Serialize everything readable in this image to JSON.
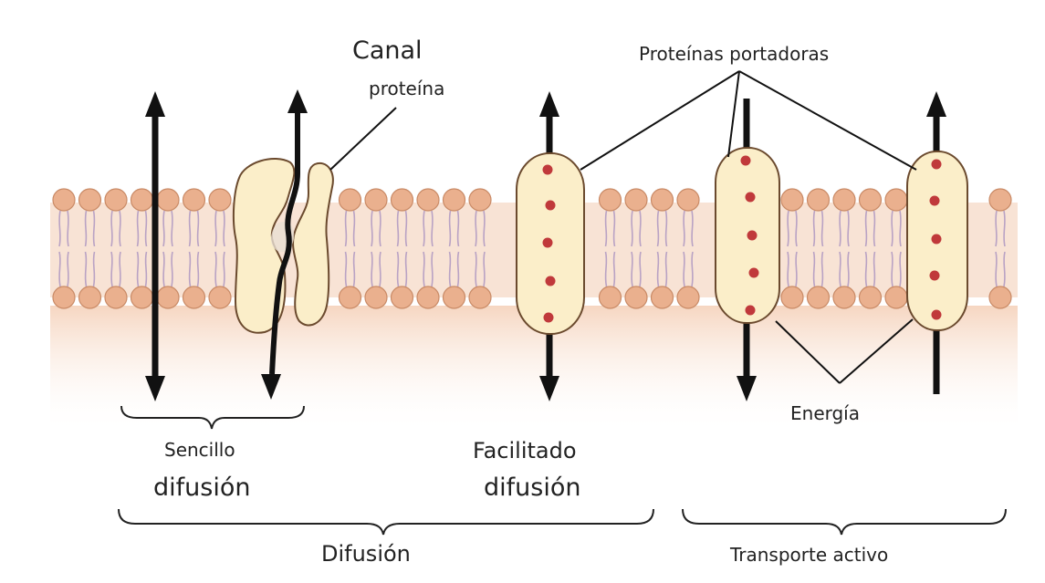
{
  "labels": {
    "canal": "Canal",
    "proteina": "proteína",
    "proteinas_portadoras": "Proteínas portadoras",
    "energia": "Energía",
    "sencillo": "Sencillo",
    "difusion_simple": "difusión",
    "facilitado": "Facilitado",
    "difusion_facilitada": "difusión",
    "difusion": "Difusión",
    "transporte_activo": "Transporte activo"
  },
  "colors": {
    "lipid_head": "#eab08e",
    "lipid_head_stroke": "#c98a66",
    "lipid_tail": "#b9a2c4",
    "membrane_band": "#f7e0d0",
    "cytoplasm_top": "#f6d7c3",
    "protein_fill": "#fbeec9",
    "protein_stroke": "#6b4a2e",
    "dot": "#c0393b",
    "arrow": "#111111",
    "line": "#111111"
  }
}
